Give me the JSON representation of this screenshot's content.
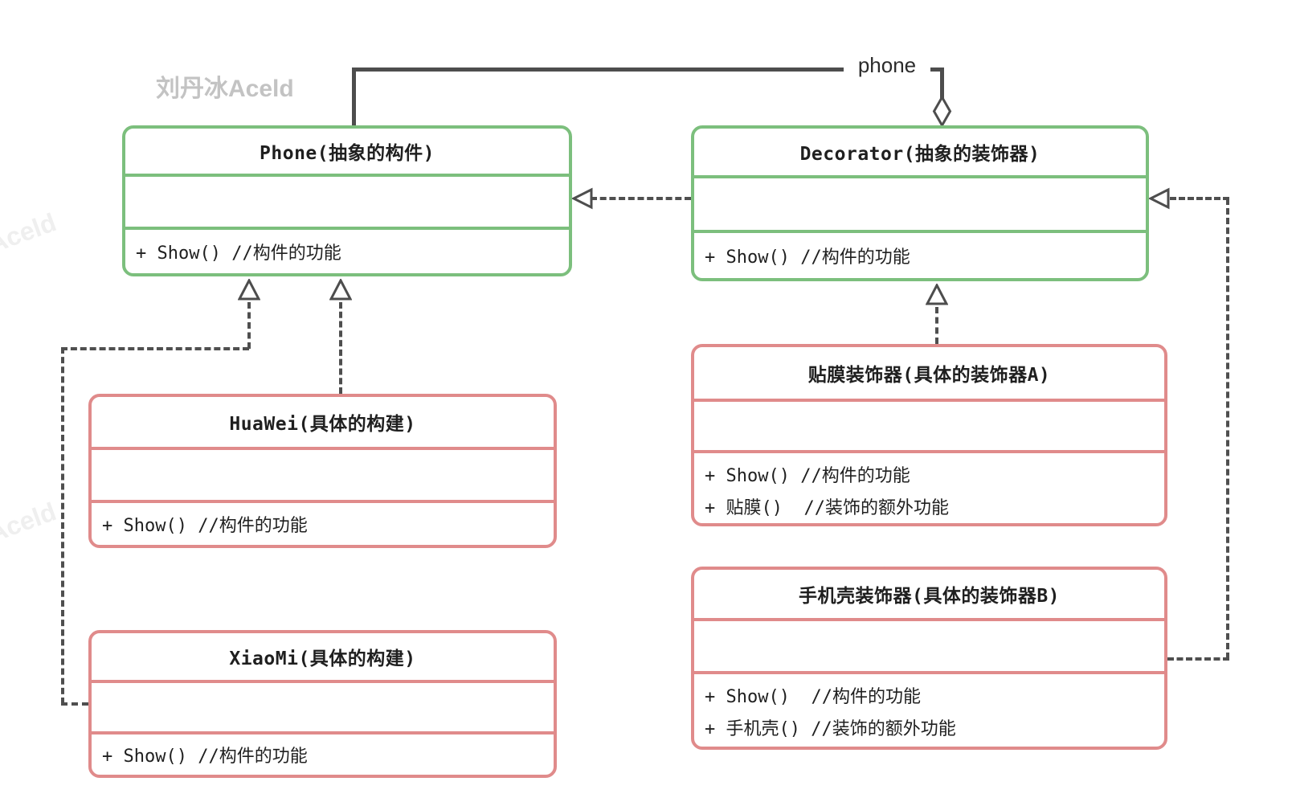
{
  "watermarks": {
    "main": "刘丹冰Aceld",
    "side_upper": "Aceld",
    "side_lower": "Aceld"
  },
  "connectors": {
    "aggregation_label": "phone"
  },
  "classes": {
    "phone": {
      "title": "Phone(抽象的构件)",
      "attributes": "",
      "methods": [
        "+ Show() //构件的功能"
      ]
    },
    "decorator": {
      "title": "Decorator(抽象的装饰器)",
      "attributes": "",
      "methods": [
        "+ Show() //构件的功能"
      ]
    },
    "huawei": {
      "title": "HuaWei(具体的构建)",
      "attributes": "",
      "methods": [
        "+ Show() //构件的功能"
      ]
    },
    "xiaomi": {
      "title": "XiaoMi(具体的构建)",
      "attributes": "",
      "methods": [
        "+ Show() //构件的功能"
      ]
    },
    "film_decorator": {
      "title": "贴膜装饰器(具体的装饰器A)",
      "attributes": "",
      "methods": [
        "+ Show() //构件的功能",
        "+ 贴膜()  //装饰的额外功能"
      ]
    },
    "case_decorator": {
      "title": "手机壳装饰器(具体的装饰器B)",
      "attributes": "",
      "methods": [
        "+ Show()  //构件的功能",
        "+ 手机壳() //装饰的额外功能"
      ]
    }
  },
  "colors": {
    "abstract_border": "#7cbf7d",
    "concrete_border": "#e08b8b",
    "line": "#4d4d4d",
    "watermark": "#c3c3c3",
    "watermark_faint": "#efefef",
    "text": "#1f1f1f"
  }
}
